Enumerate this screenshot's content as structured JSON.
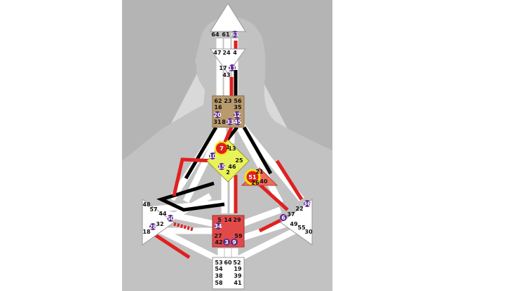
{
  "colors": {
    "background": "#ffffff",
    "panel": "#a7a7a7",
    "panel_light": "#d6d6d6",
    "silhouette": "#c5c5c5",
    "channel_white": "#ffffff",
    "activation_black": "#000000",
    "activation_red": "#e02020",
    "activated_gate": "#5b2a8a",
    "highlight_yellow": "#f5e600",
    "head_center": "#ffffff",
    "ajna_center": "#ffffff",
    "throat_center": "#b89a6c",
    "g_center": "#e8f25a",
    "heart_center": "#f26b5a",
    "spleen_center": "#ffffff",
    "sacral_center": "#e24a4a",
    "solar_plexus_center": "#ffffff",
    "root_center": "#ffffff"
  },
  "gates": {
    "g64": "64",
    "g61": "61",
    "g63": "63",
    "g47": "47",
    "g24": "24",
    "g4": "4",
    "g17": "17",
    "g11": "11",
    "g43": "43",
    "g62": "62",
    "g23": "23",
    "g56": "56",
    "g16": "16",
    "g35": "35",
    "g20": "20",
    "g12": "12",
    "g31": "31",
    "g8": "8",
    "g33": "33",
    "g45": "45",
    "g7": "7",
    "g1": "1",
    "g13": "13",
    "g10": "10",
    "g25": "25",
    "g15": "15",
    "g46": "46",
    "g2": "2",
    "g21": "21",
    "g51": "51",
    "g26": "26",
    "g40": "40",
    "g48": "48",
    "g57": "57",
    "g44": "44",
    "g50": "50",
    "g32": "32",
    "g28": "28",
    "g18": "18",
    "g36": "36",
    "g22": "22",
    "g37": "37",
    "g6": "6",
    "g49": "49",
    "g55": "55",
    "g30": "30",
    "g5": "5",
    "g14": "14",
    "g29": "29",
    "g34": "34",
    "g27": "27",
    "g59": "59",
    "g42": "42",
    "g3": "3",
    "g9": "9",
    "g53": "53",
    "g60": "60",
    "g52": "52",
    "g54": "54",
    "g19": "19",
    "g38": "38",
    "g39": "39",
    "g58": "58",
    "g41": "41"
  }
}
